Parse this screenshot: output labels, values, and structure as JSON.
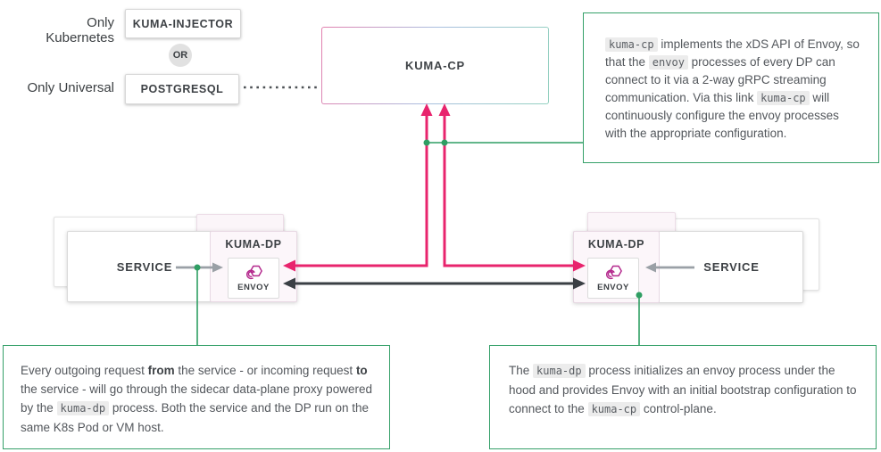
{
  "palette": {
    "pink_arrow": "#e8246d",
    "green_connector": "#2f9e63",
    "black_arrow": "#3a3f44",
    "gray_arrow": "#9aa0a6",
    "envoy_logo": "#b3278c",
    "note_border": "#35a069",
    "code_bg": "#ececec",
    "dp_panel_bg": "#fcf6fa",
    "cp_border_gradient": [
      "#e27fae",
      "#aabfe0",
      "#93d1c0"
    ]
  },
  "legend": {
    "only_kubernetes": "Only Kubernetes",
    "kuma_injector": "KUMA-INJECTOR",
    "or": "OR",
    "only_universal": "Only Universal",
    "postgresql": "POSTGRESQL"
  },
  "control_plane": {
    "label": "KUMA-CP"
  },
  "left_group": {
    "service": "SERVICE",
    "kuma_dp": "KUMA-DP",
    "envoy": "ENVOY"
  },
  "right_group": {
    "service": "SERVICE",
    "kuma_dp": "KUMA-DP",
    "envoy": "ENVOY"
  },
  "annotations": {
    "xds": {
      "segments": [
        {
          "type": "code",
          "s": "kuma-cp"
        },
        {
          "type": "text",
          "s": " implements the xDS API of Envoy, so that the "
        },
        {
          "type": "code",
          "s": "envoy"
        },
        {
          "type": "text",
          "s": " processes of every DP can connect to it via a 2-way gRPC streaming communication. Via this link "
        },
        {
          "type": "code",
          "s": "kuma-cp"
        },
        {
          "type": "text",
          "s": " will continuously configure the envoy processes with the appropriate configuration."
        }
      ]
    },
    "sidecar": {
      "segments": [
        {
          "type": "text",
          "s": "Every outgoing request "
        },
        {
          "type": "bold",
          "s": "from"
        },
        {
          "type": "text",
          "s": " the service - or incoming request "
        },
        {
          "type": "bold",
          "s": "to"
        },
        {
          "type": "text",
          "s": " the service - will go through the sidecar data-plane proxy powered by the "
        },
        {
          "type": "code",
          "s": "kuma-dp"
        },
        {
          "type": "text",
          "s": " process. Both the service and the DP run on the same K8s Pod or VM host."
        }
      ]
    },
    "bootstrap": {
      "segments": [
        {
          "type": "text",
          "s": "The "
        },
        {
          "type": "code",
          "s": "kuma-dp"
        },
        {
          "type": "text",
          "s": " process initializes an envoy process under the hood and provides Envoy with an initial bootstrap configuration to connect to the "
        },
        {
          "type": "code",
          "s": "kuma-cp"
        },
        {
          "type": "text",
          "s": " control-plane."
        }
      ]
    }
  }
}
